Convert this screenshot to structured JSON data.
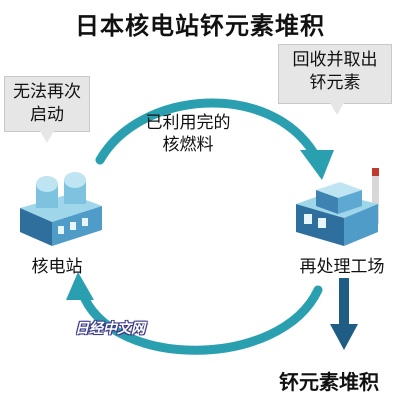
{
  "title": "日本核电站钚元素堆积",
  "callouts": {
    "left": [
      "无法再次",
      "启动"
    ],
    "right": [
      "回收并取出",
      "钚元素"
    ]
  },
  "cycle_label": [
    "已利用完的",
    "核燃料"
  ],
  "nodes": {
    "plant": "核电站",
    "reprocessing": "再处理工场",
    "stockpile": "钚元素堆积"
  },
  "watermark": "日经中文网",
  "colors": {
    "arrow": "#2a9fb0",
    "down_arrow": "#1f5d85",
    "building_light": "#7dc3e0",
    "building_dark": "#2f6f9e",
    "callout_bg": "#e6e6e6"
  }
}
